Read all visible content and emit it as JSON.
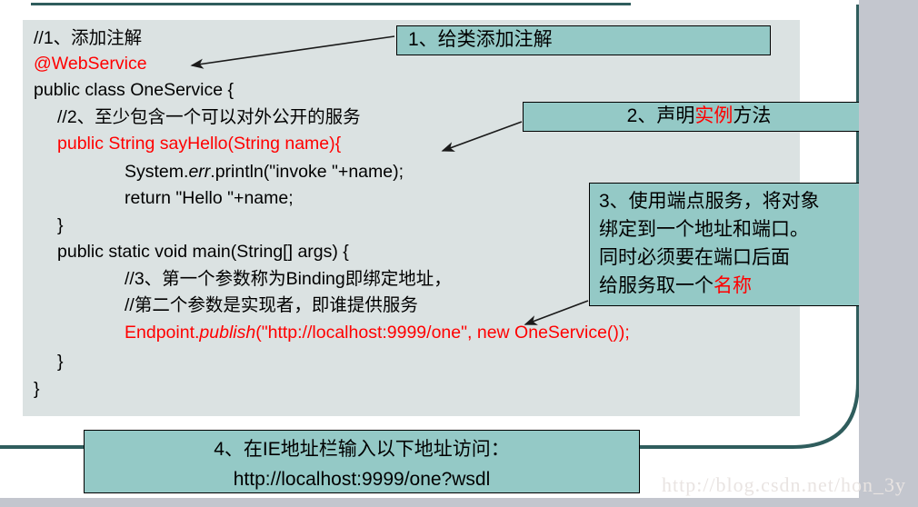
{
  "slide": {
    "watermark": "http://blog.csdn.net/hon_3y"
  },
  "code": {
    "lines": [
      {
        "text": "//1、添加注解",
        "color": "black",
        "indent": 0
      },
      {
        "text": "@WebService",
        "color": "red",
        "indent": 0
      },
      {
        "text": "public class OneService {",
        "color": "black",
        "indent": 0
      },
      {
        "text": "//2、至少包含一个可以对外公开的服务",
        "color": "black",
        "indent": 1
      },
      {
        "text": "public String sayHello(String name){",
        "color": "red",
        "indent": 1
      },
      {
        "text": "System.err.println(\"invoke \"+name);",
        "color": "black",
        "indent": 2
      },
      {
        "text": "return \"Hello \"+name;",
        "color": "black",
        "indent": 2
      },
      {
        "text": "}",
        "color": "black",
        "indent": 1
      },
      {
        "text": "public static void main(String[] args) {",
        "color": "black",
        "indent": 1
      },
      {
        "text": "//3、第一个参数称为Binding即绑定地址，",
        "color": "black",
        "indent": 2
      },
      {
        "text": "//第二个参数是实现者，即谁提供服务",
        "color": "black",
        "indent": 2
      },
      {
        "text": "Endpoint.publish(\"http://localhost:9999/one\", new OneService());",
        "color": "red",
        "indent": 2
      },
      {
        "text": "}",
        "color": "black",
        "indent": 1
      },
      {
        "text": "}",
        "color": "black",
        "indent": 0
      }
    ],
    "line_6_parts": {
      "a": "System.",
      "b": "err",
      "c": ".println(\"invoke \"+name);"
    },
    "line_12_parts": {
      "a": "Endpoint.",
      "b": "publish",
      "c": "(\"http://localhost:9999/one\", new OneService());"
    }
  },
  "callouts": {
    "one": {
      "text": "1、给类添加注解"
    },
    "two": {
      "prefix": "2、声明",
      "highlight": "实例",
      "suffix": "方法"
    },
    "three": {
      "line1": "3、使用端点服务，将对象",
      "line2": "绑定到一个地址和端口。",
      "line3": "同时必须要在端口后面",
      "line4_prefix": "给服务取一个",
      "line4_highlight": "名称"
    },
    "four": {
      "line1": "4、在IE地址栏输入以下地址访问：",
      "line2": "http://localhost:9999/one?wsdl"
    }
  },
  "colors": {
    "code_background": "#dbe2e2",
    "callout_fill": "#94c9c6",
    "accent_line": "#2f5d5d",
    "highlight_text": "#ff0000",
    "panel": "#c3c6ce"
  }
}
